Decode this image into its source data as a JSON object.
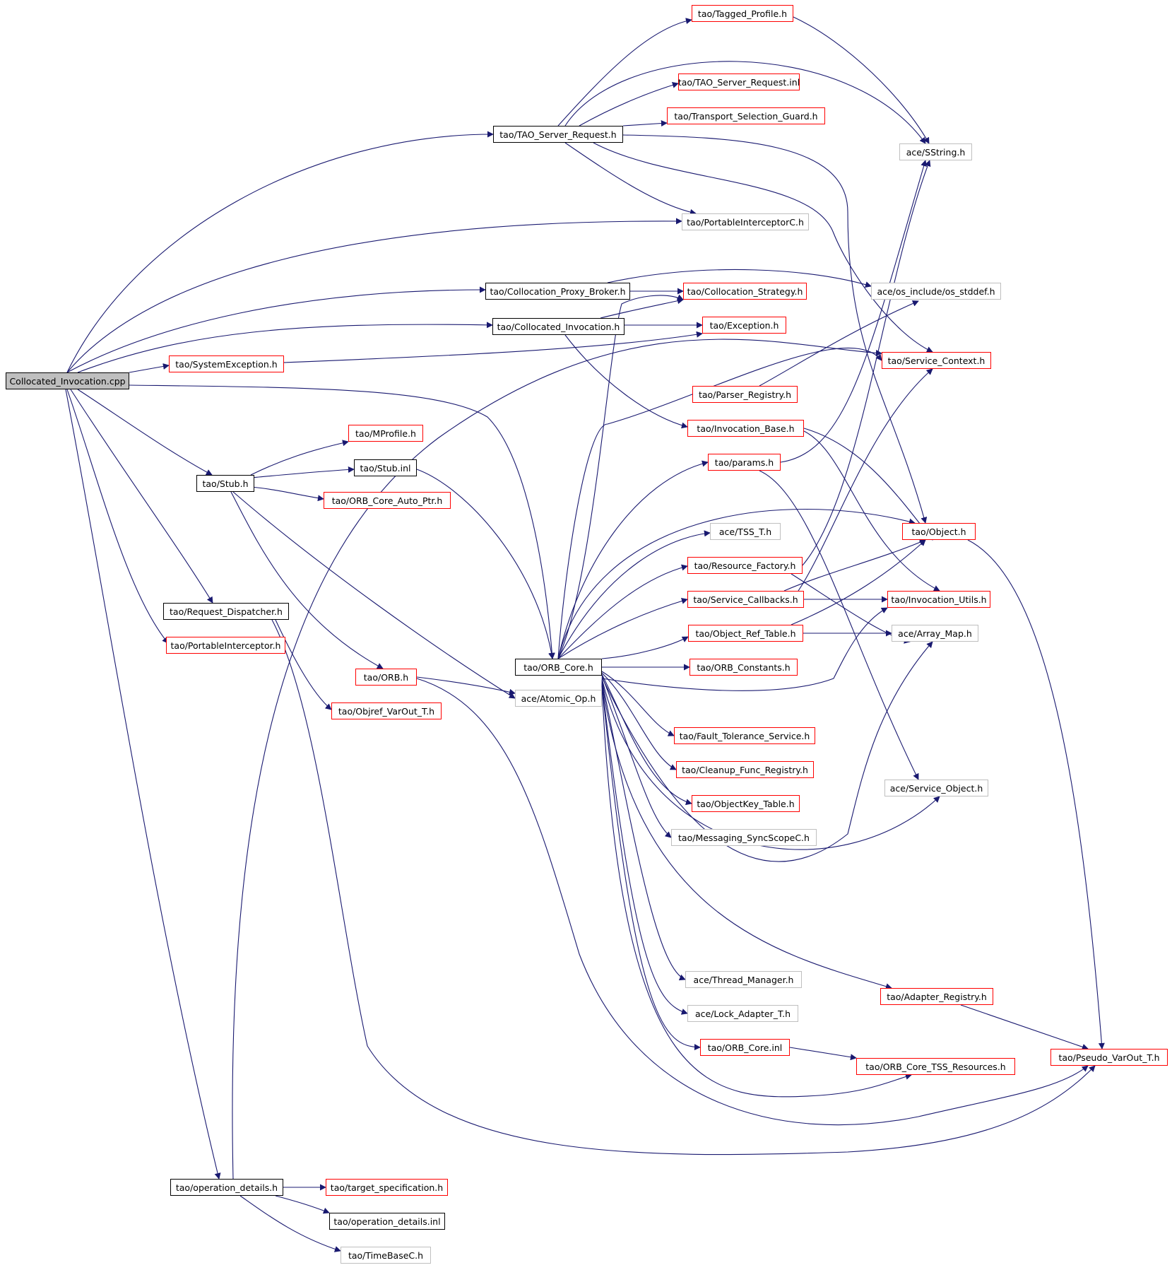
{
  "nodes": [
    {
      "id": "root",
      "label": "Collocated_Invocation.cpp",
      "style": "root"
    },
    {
      "id": "tagged_profile",
      "label": "tao/Tagged_Profile.h",
      "style": "red"
    },
    {
      "id": "tao_server_request_inl",
      "label": "tao/TAO_Server_Request.inl",
      "style": "red"
    },
    {
      "id": "transport_selection_guard",
      "label": "tao/Transport_Selection_Guard.h",
      "style": "red"
    },
    {
      "id": "tao_server_request",
      "label": "tao/TAO_Server_Request.h",
      "style": "doc"
    },
    {
      "id": "sstring",
      "label": "ace/SString.h",
      "style": "gray"
    },
    {
      "id": "portable_interceptor_c",
      "label": "tao/PortableInterceptorC.h",
      "style": "gray"
    },
    {
      "id": "collocation_proxy_broker",
      "label": "tao/Collocation_Proxy_Broker.h",
      "style": "doc"
    },
    {
      "id": "collocation_strategy",
      "label": "tao/Collocation_Strategy.h",
      "style": "red"
    },
    {
      "id": "os_stddef",
      "label": "ace/os_include/os_stddef.h",
      "style": "gray"
    },
    {
      "id": "collocated_invocation",
      "label": "tao/Collocated_Invocation.h",
      "style": "doc"
    },
    {
      "id": "exception",
      "label": "tao/Exception.h",
      "style": "red"
    },
    {
      "id": "system_exception",
      "label": "tao/SystemException.h",
      "style": "red"
    },
    {
      "id": "service_context",
      "label": "tao/Service_Context.h",
      "style": "red"
    },
    {
      "id": "parser_registry",
      "label": "tao/Parser_Registry.h",
      "style": "red"
    },
    {
      "id": "invocation_base",
      "label": "tao/Invocation_Base.h",
      "style": "red"
    },
    {
      "id": "mprofile",
      "label": "tao/MProfile.h",
      "style": "red"
    },
    {
      "id": "params",
      "label": "tao/params.h",
      "style": "red"
    },
    {
      "id": "stub_inl",
      "label": "tao/Stub.inl",
      "style": "doc"
    },
    {
      "id": "stub",
      "label": "tao/Stub.h",
      "style": "doc"
    },
    {
      "id": "orb_core_auto_ptr",
      "label": "tao/ORB_Core_Auto_Ptr.h",
      "style": "red"
    },
    {
      "id": "object",
      "label": "tao/Object.h",
      "style": "red"
    },
    {
      "id": "tss_t",
      "label": "ace/TSS_T.h",
      "style": "gray"
    },
    {
      "id": "resource_factory",
      "label": "tao/Resource_Factory.h",
      "style": "red"
    },
    {
      "id": "service_callbacks",
      "label": "tao/Service_Callbacks.h",
      "style": "red"
    },
    {
      "id": "invocation_utils",
      "label": "tao/Invocation_Utils.h",
      "style": "red"
    },
    {
      "id": "request_dispatcher",
      "label": "tao/Request_Dispatcher.h",
      "style": "doc"
    },
    {
      "id": "object_ref_table",
      "label": "tao/Object_Ref_Table.h",
      "style": "red"
    },
    {
      "id": "array_map",
      "label": "ace/Array_Map.h",
      "style": "gray"
    },
    {
      "id": "portable_interceptor",
      "label": "tao/PortableInterceptor.h",
      "style": "red"
    },
    {
      "id": "orb_core",
      "label": "tao/ORB_Core.h",
      "style": "doc"
    },
    {
      "id": "orb_constants",
      "label": "tao/ORB_Constants.h",
      "style": "red"
    },
    {
      "id": "orb",
      "label": "tao/ORB.h",
      "style": "red"
    },
    {
      "id": "atomic_op",
      "label": "ace/Atomic_Op.h",
      "style": "gray"
    },
    {
      "id": "objref_varout_t",
      "label": "tao/Objref_VarOut_T.h",
      "style": "red"
    },
    {
      "id": "fault_tolerance_service",
      "label": "tao/Fault_Tolerance_Service.h",
      "style": "red"
    },
    {
      "id": "cleanup_func_registry",
      "label": "tao/Cleanup_Func_Registry.h",
      "style": "red"
    },
    {
      "id": "service_object",
      "label": "ace/Service_Object.h",
      "style": "gray"
    },
    {
      "id": "objectkey_table",
      "label": "tao/ObjectKey_Table.h",
      "style": "red"
    },
    {
      "id": "messaging_syncscope_c",
      "label": "tao/Messaging_SyncScopeC.h",
      "style": "gray"
    },
    {
      "id": "thread_manager",
      "label": "ace/Thread_Manager.h",
      "style": "gray"
    },
    {
      "id": "adapter_registry",
      "label": "tao/Adapter_Registry.h",
      "style": "red"
    },
    {
      "id": "lock_adapter_t",
      "label": "ace/Lock_Adapter_T.h",
      "style": "gray"
    },
    {
      "id": "orb_core_inl",
      "label": "tao/ORB_Core.inl",
      "style": "red"
    },
    {
      "id": "pseudo_varout_t",
      "label": "tao/Pseudo_VarOut_T.h",
      "style": "red"
    },
    {
      "id": "orb_core_tss_resources",
      "label": "tao/ORB_Core_TSS_Resources.h",
      "style": "red"
    },
    {
      "id": "operation_details",
      "label": "tao/operation_details.h",
      "style": "doc"
    },
    {
      "id": "target_specification",
      "label": "tao/target_specification.h",
      "style": "red"
    },
    {
      "id": "operation_details_inl",
      "label": "tao/operation_details.inl",
      "style": "doc"
    },
    {
      "id": "timebase_c",
      "label": "tao/TimeBaseC.h",
      "style": "gray"
    }
  ]
}
